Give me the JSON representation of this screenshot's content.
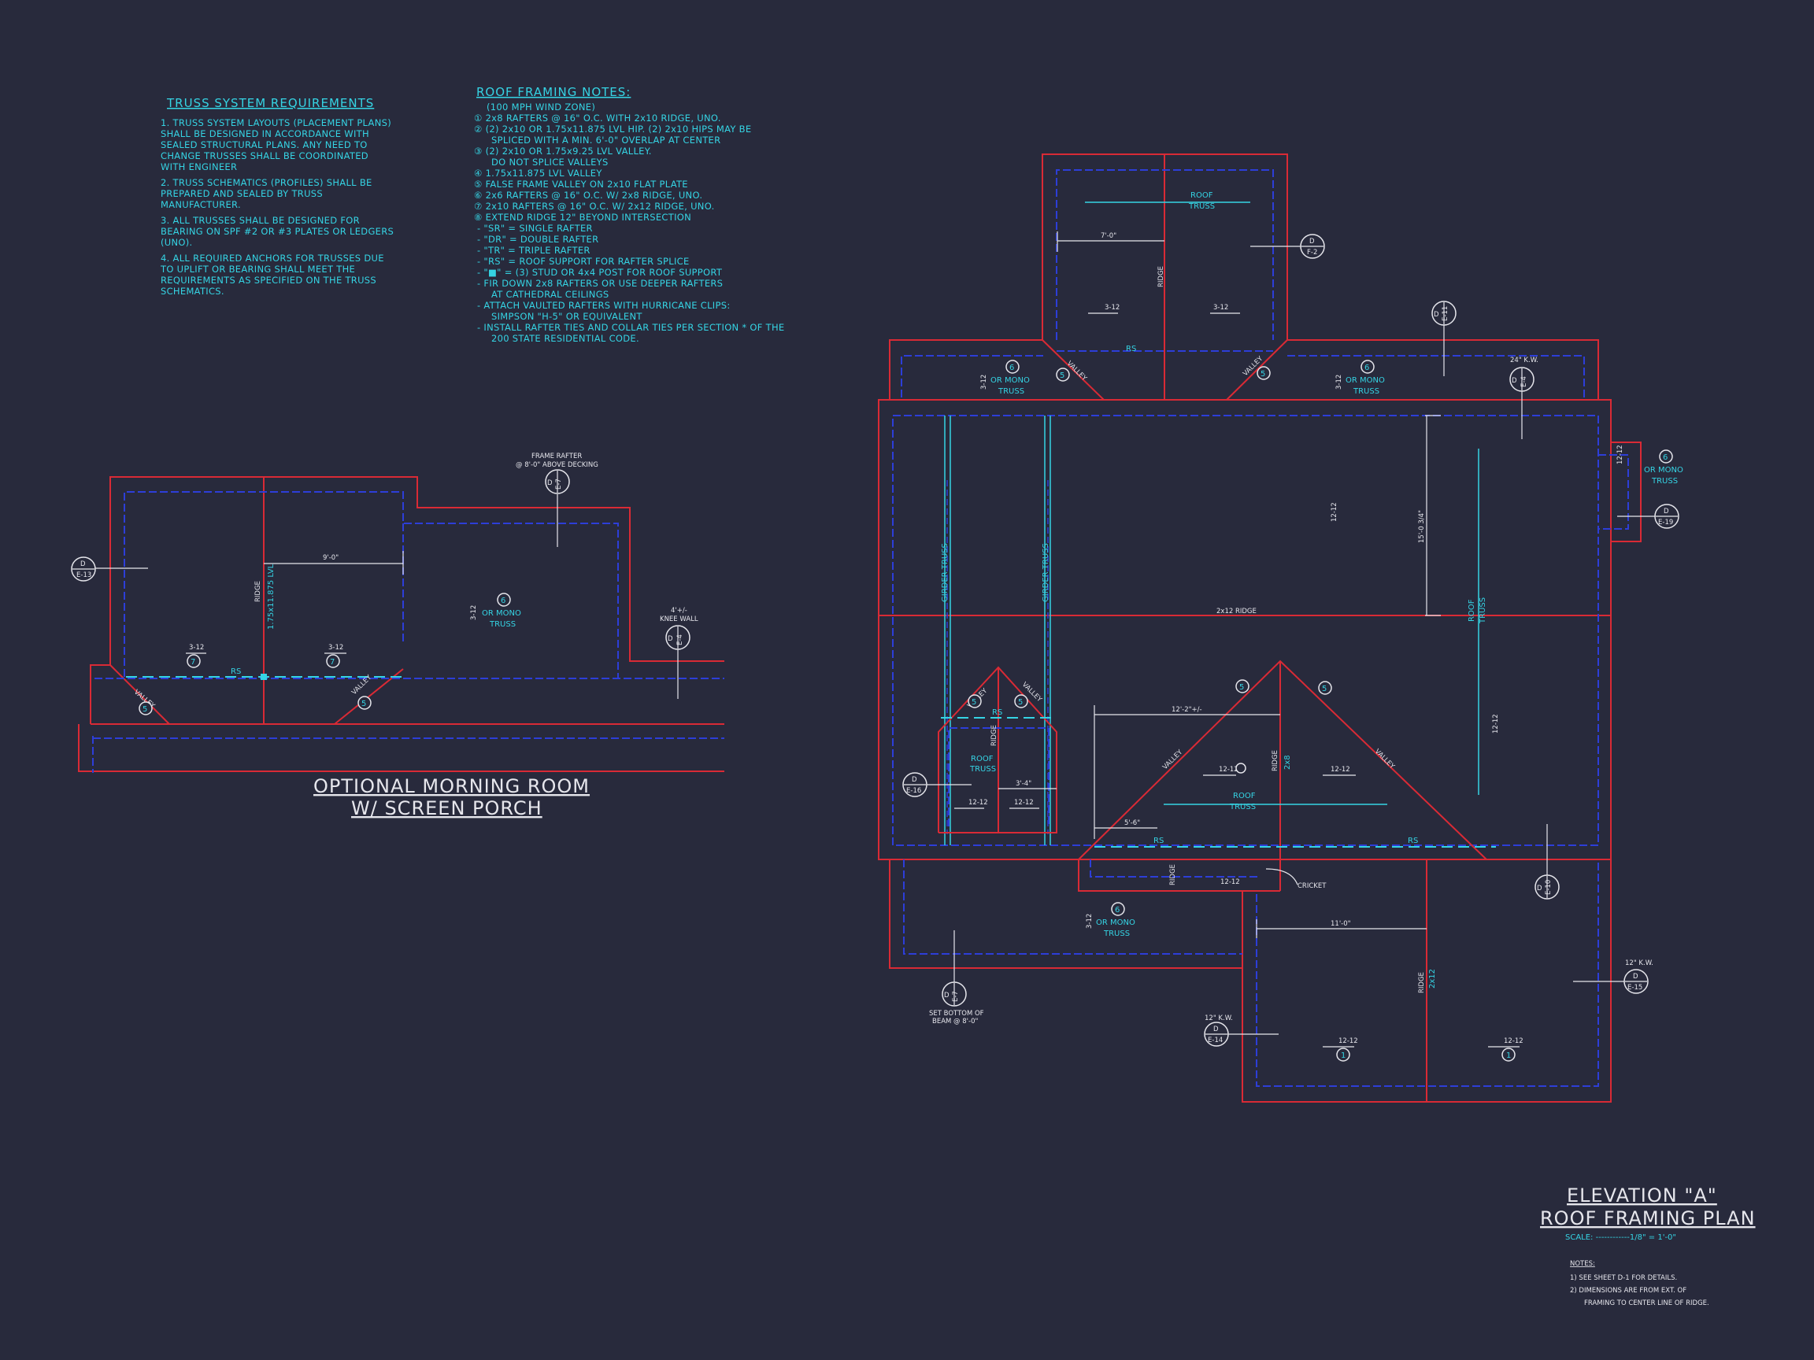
{
  "truss_notes": {
    "title": "TRUSS SYSTEM REQUIREMENTS",
    "lines": [
      "1. TRUSS SYSTEM LAYOUTS (PLACEMENT PLANS)",
      "SHALL BE DESIGNED IN ACCORDANCE WITH",
      "SEALED STRUCTURAL PLANS. ANY NEED TO",
      "CHANGE TRUSSES SHALL BE COORDINATED",
      "WITH ENGINEER",
      "2. TRUSS SCHEMATICS (PROFILES) SHALL BE",
      "PREPARED AND SEALED BY TRUSS",
      "MANUFACTURER.",
      "3. ALL TRUSSES SHALL BE DESIGNED FOR",
      "BEARING ON SPF #2 OR #3 PLATES OR LEDGERS",
      "(UNO).",
      "4. ALL REQUIRED ANCHORS FOR TRUSSES DUE",
      "TO UPLIFT OR BEARING SHALL MEET THE",
      "REQUIREMENTS AS SPECIFIED ON THE TRUSS",
      "SCHEMATICS."
    ]
  },
  "roof_notes": {
    "title": "ROOF FRAMING NOTES:",
    "lines": [
      "(100 MPH WIND ZONE)",
      "① 2x8 RAFTERS @ 16\" O.C. WITH 2x10 RIDGE, UNO.",
      "② (2) 2x10 OR 1.75x11.875 LVL HIP. (2) 2x10 HIPS MAY BE",
      "SPLICED WITH A MIN. 6'-0\" OVERLAP AT CENTER",
      "③ (2) 2x10 OR 1.75x9.25 LVL VALLEY.",
      "DO NOT SPLICE VALLEYS",
      "④ 1.75x11.875 LVL VALLEY",
      "⑤ FALSE FRAME VALLEY ON 2x10 FLAT PLATE",
      "⑥ 2x6 RAFTERS @ 16\" O.C. W/ 2x8 RIDGE, UNO.",
      "⑦ 2x10 RAFTERS @ 16\" O.C. W/ 2x12 RIDGE, UNO.",
      "⑧ EXTEND RIDGE 12\" BEYOND INTERSECTION",
      "- \"SR\" = SINGLE RAFTER",
      "- \"DR\" = DOUBLE RAFTER",
      "- \"TR\" = TRIPLE RAFTER",
      "- \"RS\" = ROOF SUPPORT FOR RAFTER SPLICE",
      "- \"■\" = (3) STUD OR 4x4 POST FOR ROOF SUPPORT",
      "- FIR DOWN 2x8 RAFTERS OR USE DEEPER RAFTERS",
      "AT CATHEDRAL CEILINGS",
      "- ATTACH VAULTED RAFTERS WITH HURRICANE CLIPS:",
      "SIMPSON \"H-5\" OR EQUIVALENT",
      "- INSTALL RAFTER TIES AND COLLAR TIES PER SECTION * OF THE",
      "200 STATE RESIDENTIAL CODE."
    ]
  },
  "morning_room": {
    "title1": "OPTIONAL MORNING ROOM",
    "title2": "W/ SCREEN PORCH",
    "frame_rafter": "FRAME RAFTER",
    "frame_rafter2": "@ 8'-0\" ABOVE DECKING",
    "knee": "4'+/-",
    "knee2": "KNEE WALL",
    "dim": "9'-0\"",
    "ridge": "RIDGE",
    "lvl": "1.75x11.875 LVL",
    "rs": "RS",
    "valley": "VALLEY",
    "slope": "3-12",
    "or_mono": "OR MONO",
    "truss": "TRUSS",
    "d": "D",
    "e13": "E-13",
    "e4": "E-4",
    "e7": "E-7"
  },
  "main_plan": {
    "roof": "ROOF",
    "truss": "TRUSS",
    "dim_7": "7'-0\"",
    "dim_15": "15'-0 3/4\"",
    "dim_12": "12'-2\"+/-",
    "dim_3": "3'-4\"",
    "dim_5": "5'-6\"",
    "dim_11": "11'-0\"",
    "ridge": "RIDGE",
    "ridge_2x12": "2x12 RIDGE",
    "r2x8": "2x8",
    "r2x12": "2x12",
    "rs": "RS",
    "valley": "VALLEY",
    "or_mono": "OR MONO",
    "girder": "GIRDER TRUSS",
    "cricket": "CRICKET",
    "knee24": "24\" K.W.",
    "knee12": "12\" K.W.",
    "set_bottom": "SET BOTTOM OF",
    "beam": "BEAM @ 8'-0\"",
    "s312": "3-12",
    "s1212": "12-12",
    "d": "D",
    "f2": "F-2",
    "e4": "E-4",
    "e7": "E-7",
    "e10": "E-10",
    "e11": "E-11",
    "e14": "E-14",
    "e15": "E-15",
    "e16": "E-16",
    "e19": "E-19"
  },
  "title_block": {
    "line1": "ELEVATION \"A\"",
    "line2": "ROOF FRAMING PLAN",
    "scale": "SCALE: ------------1/8\" = 1'-0\"",
    "notes_title": "NOTES:",
    "note1": "1) SEE SHEET D-1 FOR DETAILS.",
    "note2": "2) DIMENSIONS ARE FROM EXT. OF",
    "note2b": "FRAMING TO CENTER LINE OF RIDGE."
  },
  "colors": {
    "background": "#282a3c",
    "wall_red": "#d92a35",
    "dash_blue": "#2d3ed8",
    "cyan": "#35d4e4",
    "white": "#e6e6ec"
  }
}
